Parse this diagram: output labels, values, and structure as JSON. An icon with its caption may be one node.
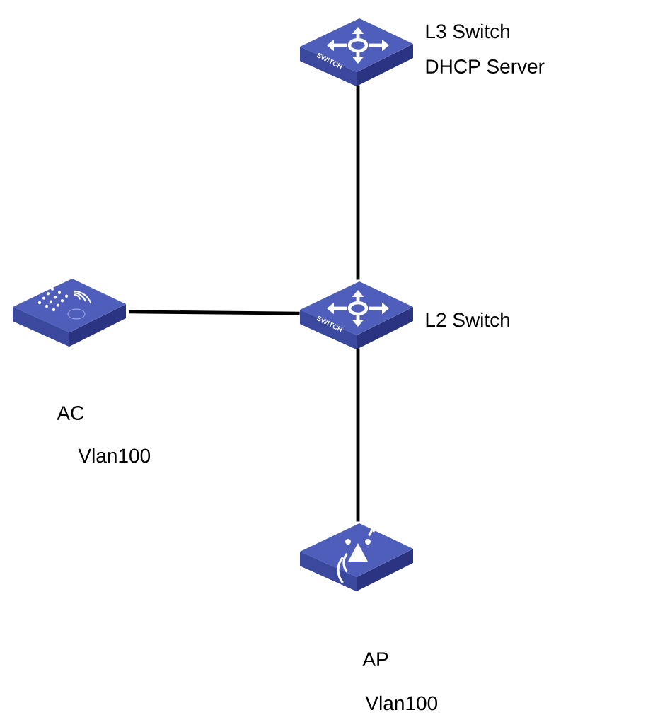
{
  "diagram": {
    "nodes": [
      {
        "text": [
          "SWITCH"
        ],
        "beside": [
          "L3 Switch",
          "DHCP Server"
        ]
      },
      {
        "text": [],
        "shape": "box",
        "beside": [
          "AC",
          "Vlan100"
        ]
      },
      {
        "text": [
          "SWITCH"
        ],
        "beside": [
          "L2 Switch"
        ]
      },
      {
        "text": [],
        "shape": "box",
        "beside": [
          "AP",
          "Vlan100"
        ]
      }
    ],
    "edges": [
      {
        "from": 0,
        "to": 2,
        "arrow": "none"
      },
      {
        "from": 1,
        "to": 2,
        "arrow": "none"
      },
      {
        "from": 2,
        "to": 3,
        "arrow": "none"
      }
    ]
  }
}
